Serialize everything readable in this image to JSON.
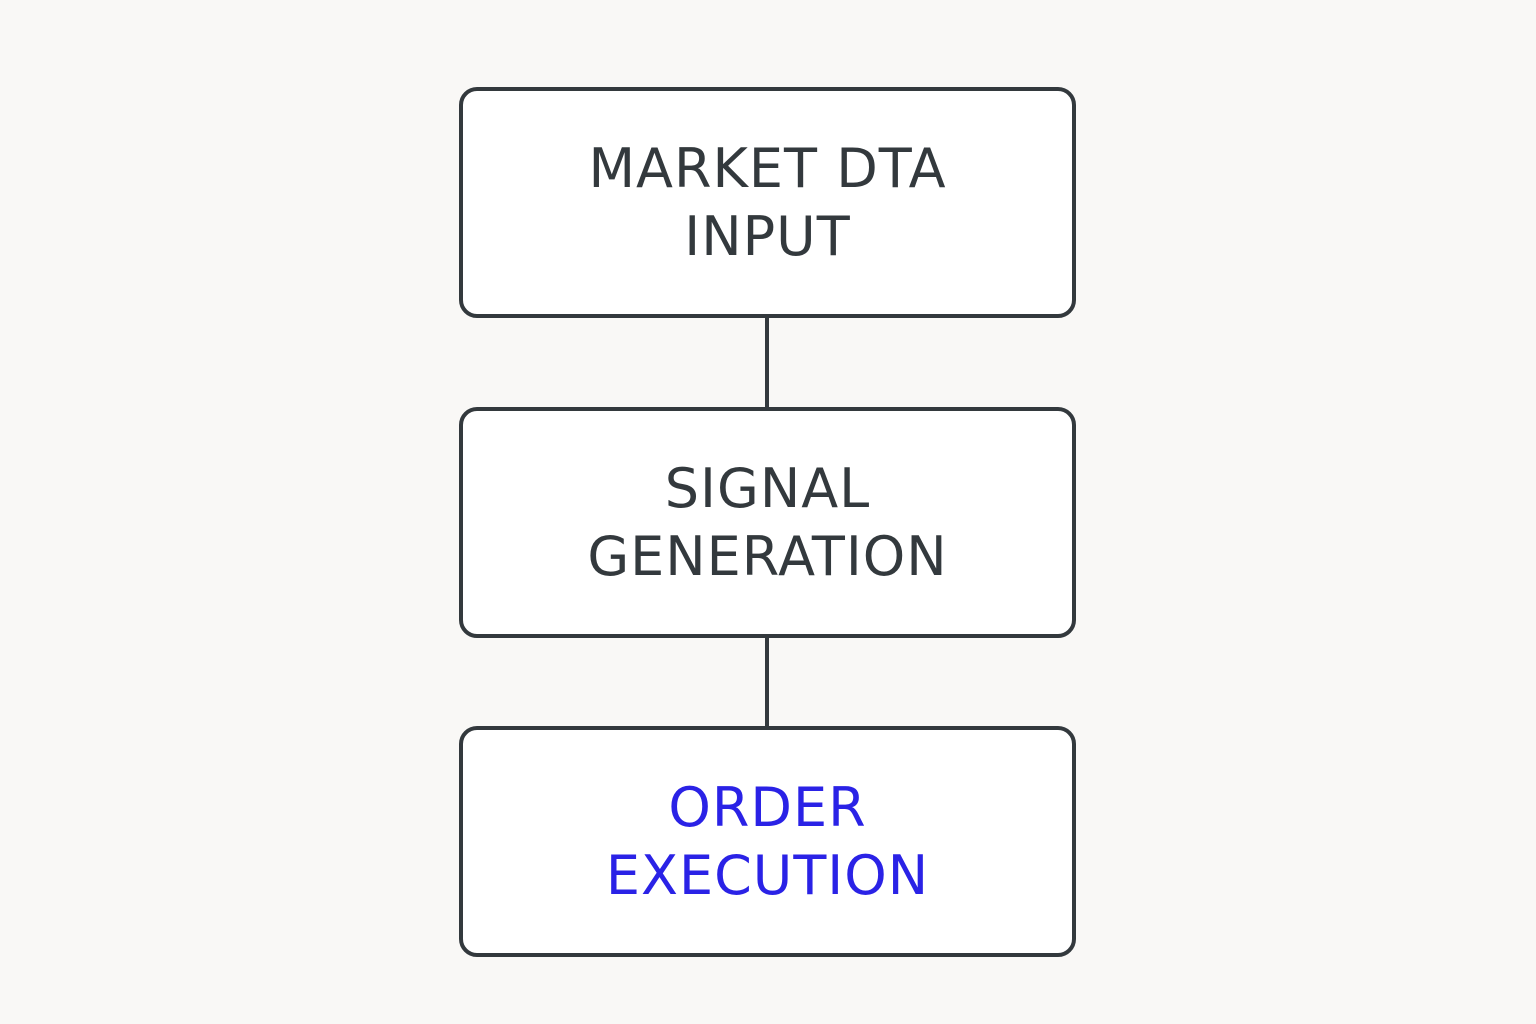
{
  "diagram": {
    "colors": {
      "background": "#f9f8f6",
      "box_border": "#33393d",
      "text_default": "#33393d",
      "text_highlight": "#2a22e6"
    },
    "nodes": [
      {
        "id": "market-data-input",
        "lines": [
          "MARKET DTA",
          "INPUT"
        ]
      },
      {
        "id": "signal-generation",
        "lines": [
          "SIGNAL",
          "GENERATION"
        ]
      },
      {
        "id": "order-execution",
        "lines": [
          "ORDER",
          "EXECUTION"
        ],
        "highlighted": true
      }
    ],
    "edges": [
      {
        "from": "market-data-input",
        "to": "signal-generation"
      },
      {
        "from": "signal-generation",
        "to": "order-execution"
      }
    ]
  }
}
